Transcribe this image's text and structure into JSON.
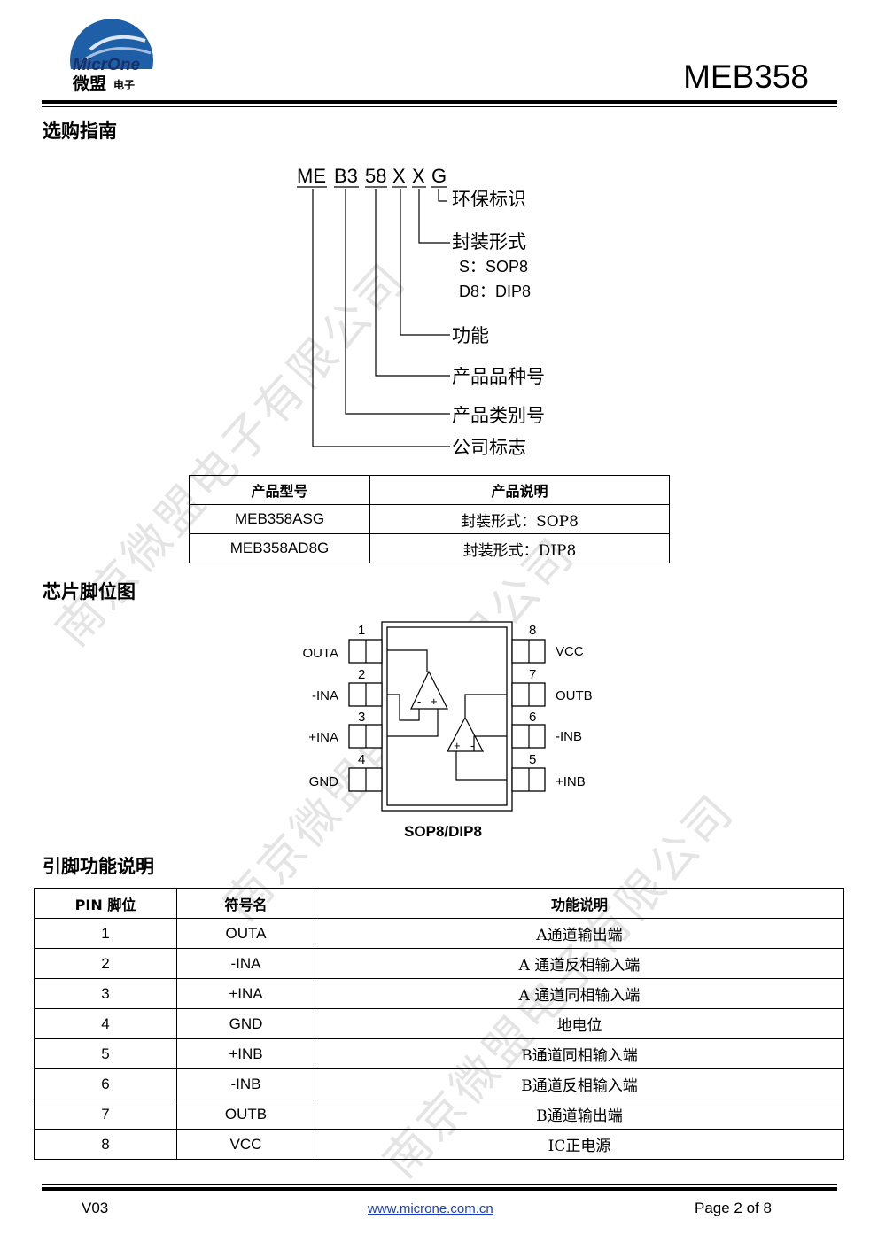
{
  "header": {
    "logo_text": "MicrOne",
    "logo_cn": "微盟",
    "logo_cn_small": "电子",
    "part_number": "MEB358"
  },
  "watermark": {
    "text": "南京微盟电子有限公司"
  },
  "ordering": {
    "heading": "选购指南",
    "code_parts": [
      "ME",
      "B3",
      "58",
      "X",
      "X",
      "G"
    ],
    "legend": {
      "green": "环保标识",
      "package": "封装形式",
      "package_s": "S：SOP8",
      "package_d8": "D8：DIP8",
      "function": "功能",
      "variety": "产品品种号",
      "category": "产品类别号",
      "company": "公司标志"
    },
    "table": {
      "headers": [
        "产品型号",
        "产品说明"
      ],
      "rows": [
        [
          "MEB358ASG",
          "封装形式：SOP8"
        ],
        [
          "MEB358AD8G",
          "封装形式：DIP8"
        ]
      ]
    }
  },
  "pinout": {
    "heading": "芯片脚位图",
    "package_label": "SOP8/DIP8",
    "left_pins": [
      {
        "num": "1",
        "name": "OUTA"
      },
      {
        "num": "2",
        "name": "-INA"
      },
      {
        "num": "3",
        "name": "+INA"
      },
      {
        "num": "4",
        "name": "GND"
      }
    ],
    "right_pins": [
      {
        "num": "8",
        "name": "VCC"
      },
      {
        "num": "7",
        "name": "OUTB"
      },
      {
        "num": "6",
        "name": "-INB"
      },
      {
        "num": "5",
        "name": "+INB"
      }
    ],
    "opamp_a": {
      "minus": "-",
      "plus": "+"
    },
    "opamp_b": {
      "plus": "+",
      "minus": "-"
    }
  },
  "pin_function": {
    "heading": "引脚功能说明",
    "headers": [
      "PIN 脚位",
      "符号名",
      "功能说明"
    ],
    "rows": [
      [
        "1",
        "OUTA",
        "A通道输出端"
      ],
      [
        "2",
        "-INA",
        "A 通道反相输入端"
      ],
      [
        "3",
        "+INA",
        "A 通道同相输入端"
      ],
      [
        "4",
        "GND",
        "地电位"
      ],
      [
        "5",
        "+INB",
        "B通道同相输入端"
      ],
      [
        "6",
        "-INB",
        "B通道反相输入端"
      ],
      [
        "7",
        "OUTB",
        "B通道输出端"
      ],
      [
        "8",
        "VCC",
        "IC正电源"
      ]
    ]
  },
  "footer": {
    "version": "V03",
    "url": "www.microne.com.cn",
    "page": "Page 2 of 8"
  },
  "colors": {
    "logo_blue": "#1f5fa8",
    "link_blue": "#1a3ec7",
    "watermark_gray": "#e4e4e4"
  }
}
